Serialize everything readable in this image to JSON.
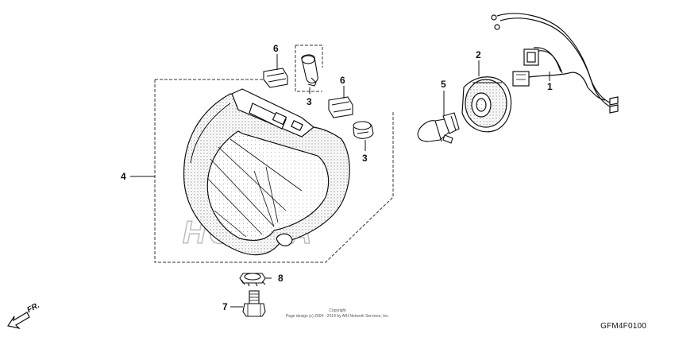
{
  "diagram": {
    "code": "GFM4F0100",
    "copyright_line1": "Copyright",
    "copyright_line2": "Page design (c) 2004 - 2014 by ARI Network Services, Inc.",
    "direction_label": "FR.",
    "watermark_text": "HONDA"
  },
  "callouts": [
    {
      "id": "1",
      "part": "wire-harness"
    },
    {
      "id": "2",
      "part": "bulb-socket-cover"
    },
    {
      "id": "3",
      "part": "position-bulb-socket"
    },
    {
      "id": "3",
      "part": "position-bulb"
    },
    {
      "id": "4",
      "part": "headlight-unit"
    },
    {
      "id": "5",
      "part": "headlight-bulb"
    },
    {
      "id": "6",
      "part": "rubber-cap"
    },
    {
      "id": "6",
      "part": "rubber-cap"
    },
    {
      "id": "7",
      "part": "bolt"
    },
    {
      "id": "8",
      "part": "nut"
    }
  ],
  "colors": {
    "line": "#111111",
    "hatch": "#9a9a9a",
    "watermark": "#cfcfcf"
  }
}
